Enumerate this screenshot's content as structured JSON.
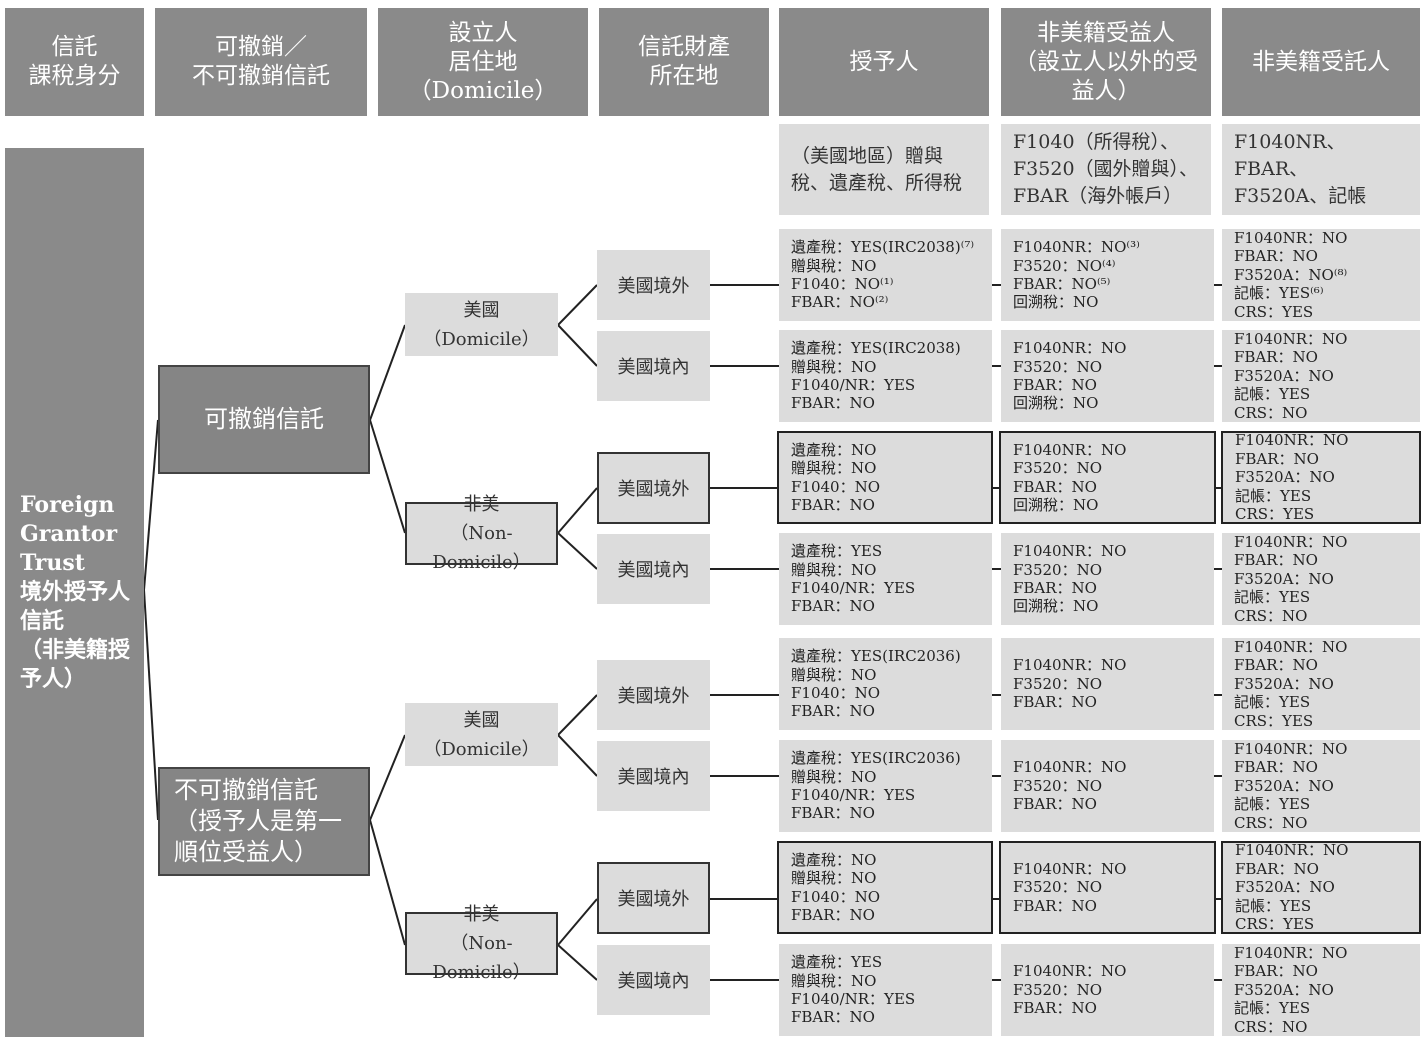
{
  "headers": [
    "信託\n課稅身分",
    "可撤銷／\n不可撤銷信託",
    "設立人\n居住地\n（Domicile）",
    "信託財產\n所在地",
    "授予人",
    "非美籍受益人\n（設立人以外的受\n益人）",
    "非美籍受託人"
  ],
  "tax_scope": [
    "（美國地區）贈與\n稅、遺產稅、所得稅",
    "F1040（所得稅）、\nF3520（國外贈與）、\nFBAR（海外帳戶）",
    "F1040NR、FBAR、\nF3520A、記帳"
  ],
  "root_label": "Foreign\nGrantor\nTrust\n境外授予人\n信託\n（非美籍授\n予人）",
  "trust_types": [
    "可撤銷信託",
    "不可撤銷信託\n（授予人是第一\n順位受益人）"
  ],
  "domiciles": [
    "美國\n（Domicile）",
    "非美\n（Non-Domicile）",
    "美國\n（Domicile）",
    "非美\n（Non-Domicile）"
  ],
  "locations": [
    "美國境外",
    "美國境內",
    "美國境外",
    "美國境內",
    "美國境外",
    "美國境內",
    "美國境外",
    "美國境內"
  ],
  "rows": [
    {
      "grantor": [
        "遺產稅：YES(IRC2038)⁽⁷⁾",
        "贈與稅：NO",
        "F1040：NO⁽¹⁾",
        "FBAR：NO⁽²⁾"
      ],
      "beneficiary": [
        "F1040NR：NO⁽³⁾",
        "F3520：NO⁽⁴⁾",
        "FBAR：NO⁽⁵⁾",
        "回溯稅：NO"
      ],
      "trustee": [
        "F1040NR：NO",
        "FBAR：NO",
        "F3520A：NO⁽⁸⁾",
        "記帳：YES⁽⁶⁾",
        "CRS：YES"
      ]
    },
    {
      "grantor": [
        "遺產稅：YES(IRC2038)",
        "贈與稅：NO",
        "F1040/NR：YES",
        "FBAR：NO"
      ],
      "beneficiary": [
        "F1040NR：NO",
        "F3520：NO",
        "FBAR：NO",
        "回溯稅：NO"
      ],
      "trustee": [
        "F1040NR：NO",
        "FBAR：NO",
        "F3520A：NO",
        "記帳：YES",
        "CRS：NO"
      ]
    },
    {
      "grantor": [
        "遺產稅：NO",
        "贈與稅：NO",
        "F1040：NO",
        "FBAR：NO"
      ],
      "beneficiary": [
        "F1040NR：NO",
        "F3520：NO",
        "FBAR：NO",
        "回溯稅：NO"
      ],
      "trustee": [
        "F1040NR：NO",
        "FBAR：NO",
        "F3520A：NO",
        "記帳：YES",
        "CRS：YES"
      ]
    },
    {
      "grantor": [
        "遺產稅：YES",
        "贈與稅：NO",
        "F1040/NR：YES",
        "FBAR：NO"
      ],
      "beneficiary": [
        "F1040NR：NO",
        "F3520：NO",
        "FBAR：NO",
        "回溯稅：NO"
      ],
      "trustee": [
        "F1040NR：NO",
        "FBAR：NO",
        "F3520A：NO",
        "記帳：YES",
        "CRS：NO"
      ]
    },
    {
      "grantor": [
        "遺產稅：YES(IRC2036)",
        "贈與稅：NO",
        "F1040：NO",
        "FBAR：NO"
      ],
      "beneficiary": [
        "F1040NR：NO",
        "F3520：NO",
        "FBAR：NO"
      ],
      "trustee": [
        "F1040NR：NO",
        "FBAR：NO",
        "F3520A：NO",
        "記帳：YES",
        "CRS：YES"
      ]
    },
    {
      "grantor": [
        "遺產稅：YES(IRC2036)",
        "贈與稅：NO",
        "F1040/NR：YES",
        "FBAR：NO"
      ],
      "beneficiary": [
        "F1040NR：NO",
        "F3520：NO",
        "FBAR：NO"
      ],
      "trustee": [
        "F1040NR：NO",
        "FBAR：NO",
        "F3520A：NO",
        "記帳：YES",
        "CRS：NO"
      ]
    },
    {
      "grantor": [
        "遺產稅：NO",
        "贈與稅：NO",
        "F1040：NO",
        "FBAR：NO"
      ],
      "beneficiary": [
        "F1040NR：NO",
        "F3520：NO",
        "FBAR：NO"
      ],
      "trustee": [
        "F1040NR：NO",
        "FBAR：NO",
        "F3520A：NO",
        "記帳：YES",
        "CRS：YES"
      ]
    },
    {
      "grantor": [
        "遺產稅：YES",
        "贈與稅：NO",
        "F1040/NR：YES",
        "FBAR：NO"
      ],
      "beneficiary": [
        "F1040NR：NO",
        "F3520：NO",
        "FBAR：NO"
      ],
      "trustee": [
        "F1040NR：NO",
        "FBAR：NO",
        "F3520A：NO",
        "記帳：YES",
        "CRS：NO"
      ]
    }
  ]
}
